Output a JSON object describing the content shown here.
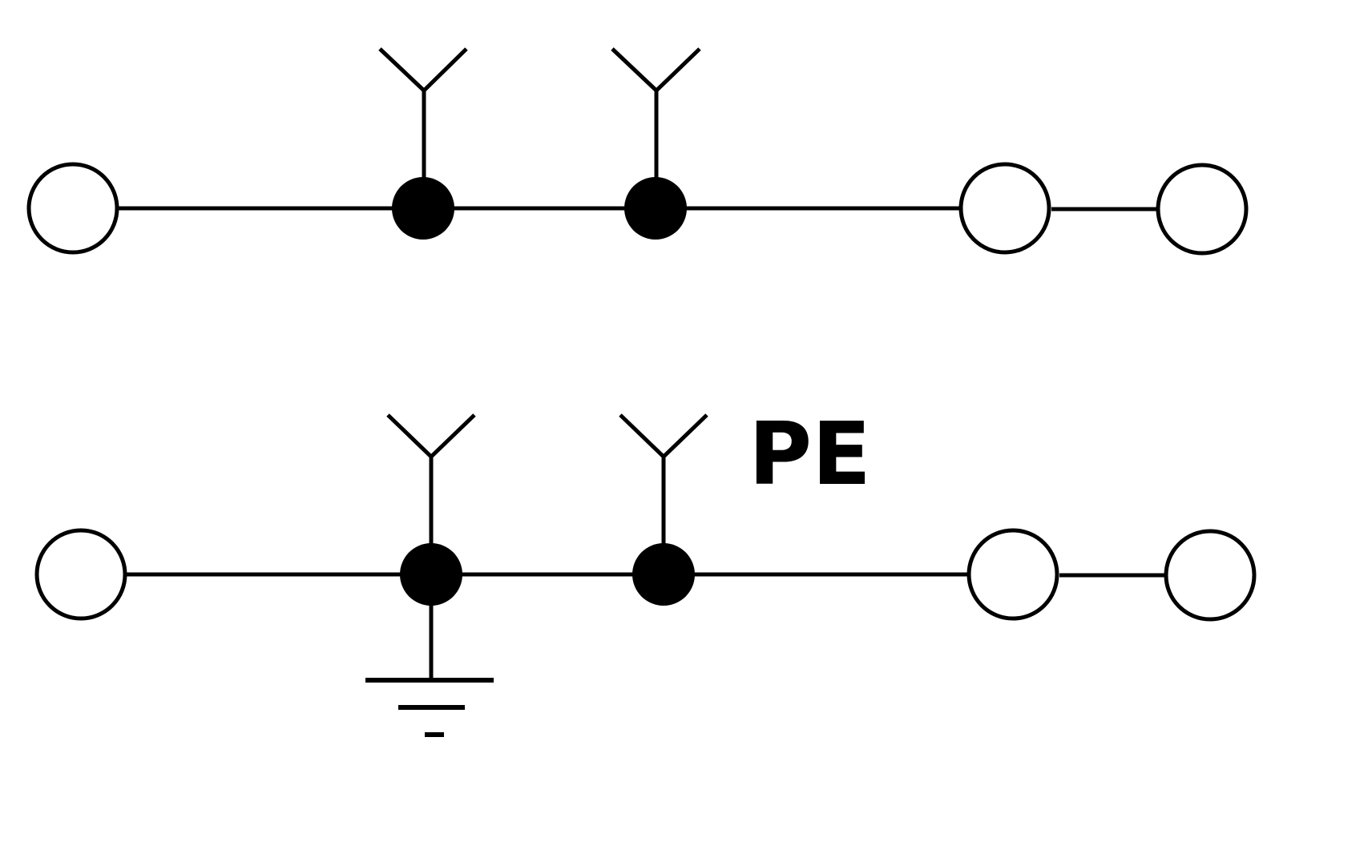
{
  "diagram": {
    "type": "terminal-block-wiring-symbol",
    "rows": [
      {
        "name": "standard-terminal-row",
        "left_terminal": "open",
        "nodes": [
          {
            "kind": "junction",
            "tap": "plug-fork"
          },
          {
            "kind": "junction",
            "tap": "plug-fork"
          }
        ],
        "right_terminals": [
          "open",
          "open"
        ],
        "ground": false,
        "label": ""
      },
      {
        "name": "pe-terminal-row",
        "left_terminal": "open",
        "nodes": [
          {
            "kind": "junction",
            "tap": "plug-fork",
            "ground": true
          },
          {
            "kind": "junction",
            "tap": "plug-fork"
          }
        ],
        "right_terminals": [
          "open",
          "open"
        ],
        "ground": true,
        "label": "PE"
      }
    ],
    "colors": {
      "stroke": "#000000",
      "background": "#ffffff"
    },
    "icons": [
      "open-terminal-circle",
      "junction-dot",
      "plug-fork-icon",
      "ground-icon"
    ]
  }
}
